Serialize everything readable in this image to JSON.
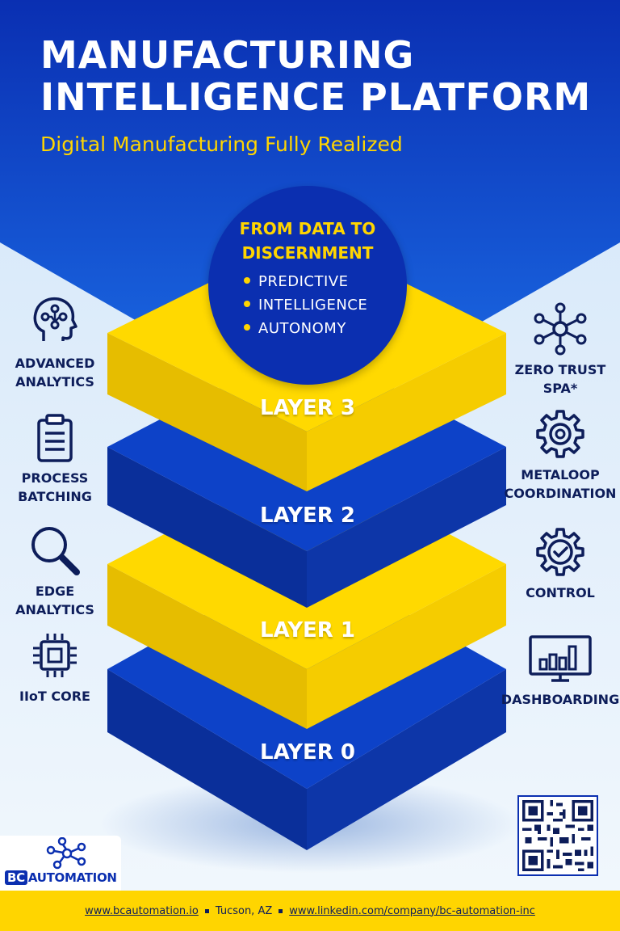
{
  "header": {
    "title": "MANUFACTURING\nINTELLIGENCE PLATFORM",
    "subtitle": "Digital Manufacturing Fully Realized"
  },
  "circle": {
    "title": "FROM DATA TO\nDISCERNMENT",
    "items": [
      "PREDICTIVE",
      "INTELLIGENCE",
      "AUTONOMY"
    ]
  },
  "layers": [
    {
      "label": "LAYER 3",
      "color": "#ffd500"
    },
    {
      "label": "LAYER 2",
      "color": "#0b3ec0"
    },
    {
      "label": "LAYER 1",
      "color": "#ffd500"
    },
    {
      "label": "LAYER 0",
      "color": "#0b3ec0"
    }
  ],
  "features_left": [
    {
      "label": "ADVANCED\nANALYTICS",
      "icon": "head-network-icon"
    },
    {
      "label": "PROCESS\nBATCHING",
      "icon": "clipboard-icon"
    },
    {
      "label": "EDGE\nANALYTICS",
      "icon": "magnifier-icon"
    },
    {
      "label": "IIoT CORE",
      "icon": "chip-icon"
    }
  ],
  "features_right": [
    {
      "label": "ZERO TRUST\nSPA*",
      "icon": "network-hub-icon"
    },
    {
      "label": "METALOOP\nCOORDINATION",
      "icon": "gear-icon"
    },
    {
      "label": "CONTROL",
      "icon": "gear-check-icon"
    },
    {
      "label": "DASHBOARDING",
      "icon": "bar-chart-monitor-icon"
    }
  ],
  "logo": {
    "prefix": "BC",
    "name": "AUTOMATION"
  },
  "footer": {
    "website": "www.bcautomation.io",
    "location": "Tucson, AZ",
    "linkedin": "www.linkedin.com/company/bc-automation-inc"
  },
  "colors": {
    "blue": "#0b3ec0",
    "dark_blue": "#0b2fb0",
    "yellow": "#ffd500",
    "navy": "#0d1d5a"
  }
}
